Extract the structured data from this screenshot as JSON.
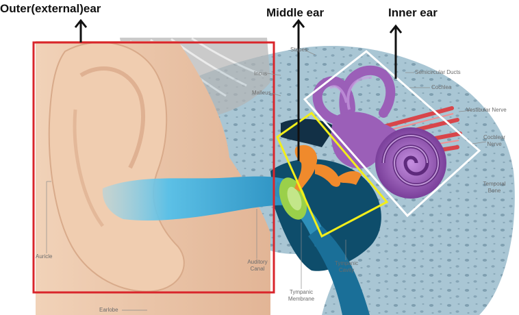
{
  "headings": {
    "outer": "Outer(external)ear",
    "middle": "Middle ear",
    "inner": "Inner ear"
  },
  "labels": {
    "stapes": "Stapes",
    "incus": "Incus",
    "malleus": "Malleus",
    "semicircular_ducts": "Semicircular Ducts",
    "cochlea": "Cochlea",
    "vestibular_nerve": "Vestibular Nerve",
    "cochlear_nerve": [
      "Cochlear",
      "Nerve"
    ],
    "temporal_bone": [
      "Temporal",
      "Bone"
    ],
    "auricle": "Auricle",
    "auditory_canal": [
      "Auditory",
      "Canal"
    ],
    "tympanic_cavity": [
      "Tympanic",
      "Cavity"
    ],
    "tympanic_membrane": [
      "Tympanic",
      "Membrane"
    ],
    "earlobe": "Earlobe"
  },
  "colors": {
    "outer_box": "#d9252b",
    "middle_box": "#f2ee1a",
    "inner_box": "#ffffff",
    "arrow": "#111111",
    "bone": "#a9c6d4",
    "skin": "#ecc7a8",
    "canal": "#4fb6e0",
    "labyrinth": "#9b5fb8",
    "ossicles": "#f08a2c",
    "membrane": "#9ad04a",
    "nerve": "#d8454a"
  }
}
